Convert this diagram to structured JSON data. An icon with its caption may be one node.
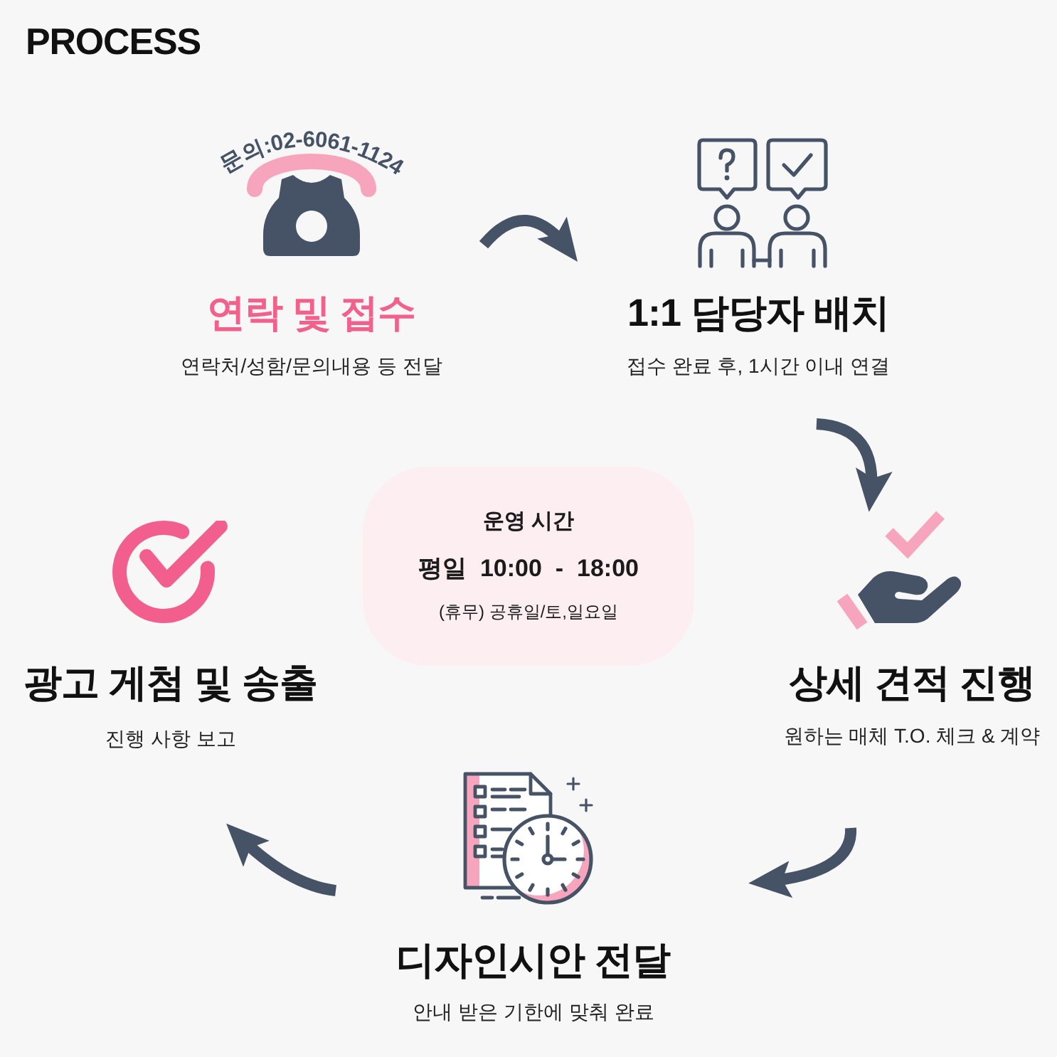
{
  "diagram": {
    "title": "PROCESS",
    "nodes": [
      {
        "text": [
          "연락 및 접수",
          "연락처/성함/문의내용 등 전달"
        ],
        "beside": [
          "문의:02-6061-1124"
        ]
      },
      {
        "text": [
          "1:1 담당자 배치",
          "접수 완료 후, 1시간 이내 연결"
        ]
      },
      {
        "text": [
          "상세 견적 진행",
          "원하는 매체 T.O. 체크 & 계약"
        ]
      },
      {
        "text": [
          "디자인시안 전달",
          "안내 받은 기한에 맞춰 완료"
        ]
      },
      {
        "text": [
          "광고 게첨 및 송출",
          "진행 사항 보고"
        ]
      },
      {
        "text": [
          "운영 시간",
          "평일  10:00  -  18:00",
          "(휴무) 공휴일/토,일요일"
        ]
      }
    ],
    "edges": [
      {
        "from": 0,
        "to": 1,
        "arrow": "to"
      },
      {
        "from": 1,
        "to": 2,
        "arrow": "to"
      },
      {
        "from": 2,
        "to": 3,
        "arrow": "to"
      },
      {
        "from": 3,
        "to": 4,
        "arrow": "to"
      }
    ]
  }
}
